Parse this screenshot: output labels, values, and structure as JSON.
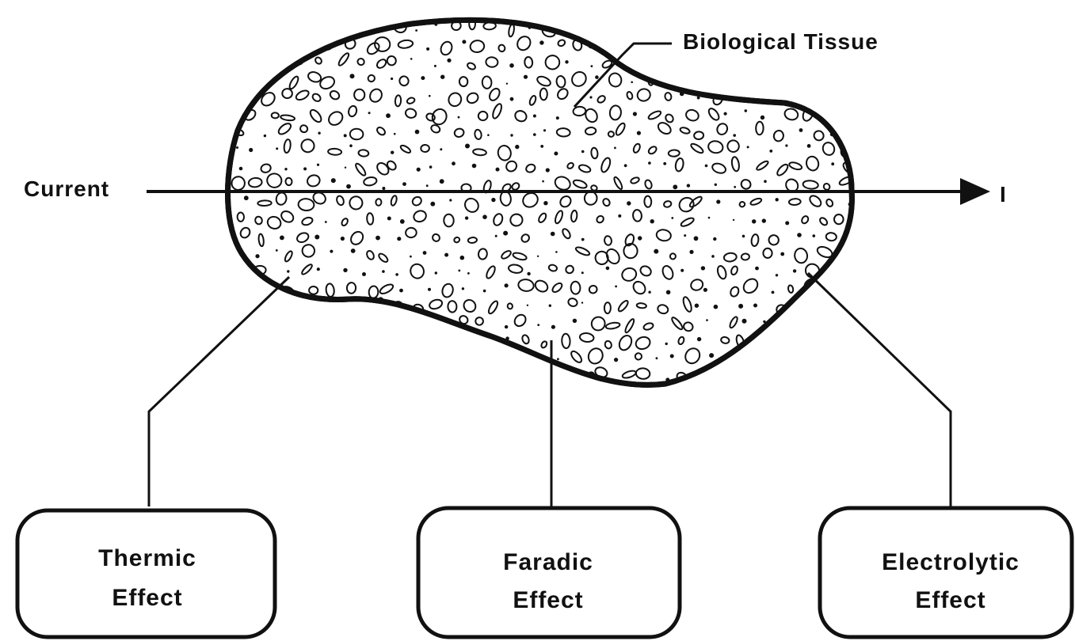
{
  "diagram": {
    "tissue_label": "Biological Tissue",
    "current_label": "Current",
    "current_symbol": "I",
    "effects": [
      {
        "line1": "Thermic",
        "line2": "Effect"
      },
      {
        "line1": "Faradic",
        "line2": "Effect"
      },
      {
        "line1": "Electrolytic",
        "line2": "Effect"
      }
    ],
    "ink_color": "#111111",
    "background_color": "#ffffff"
  }
}
